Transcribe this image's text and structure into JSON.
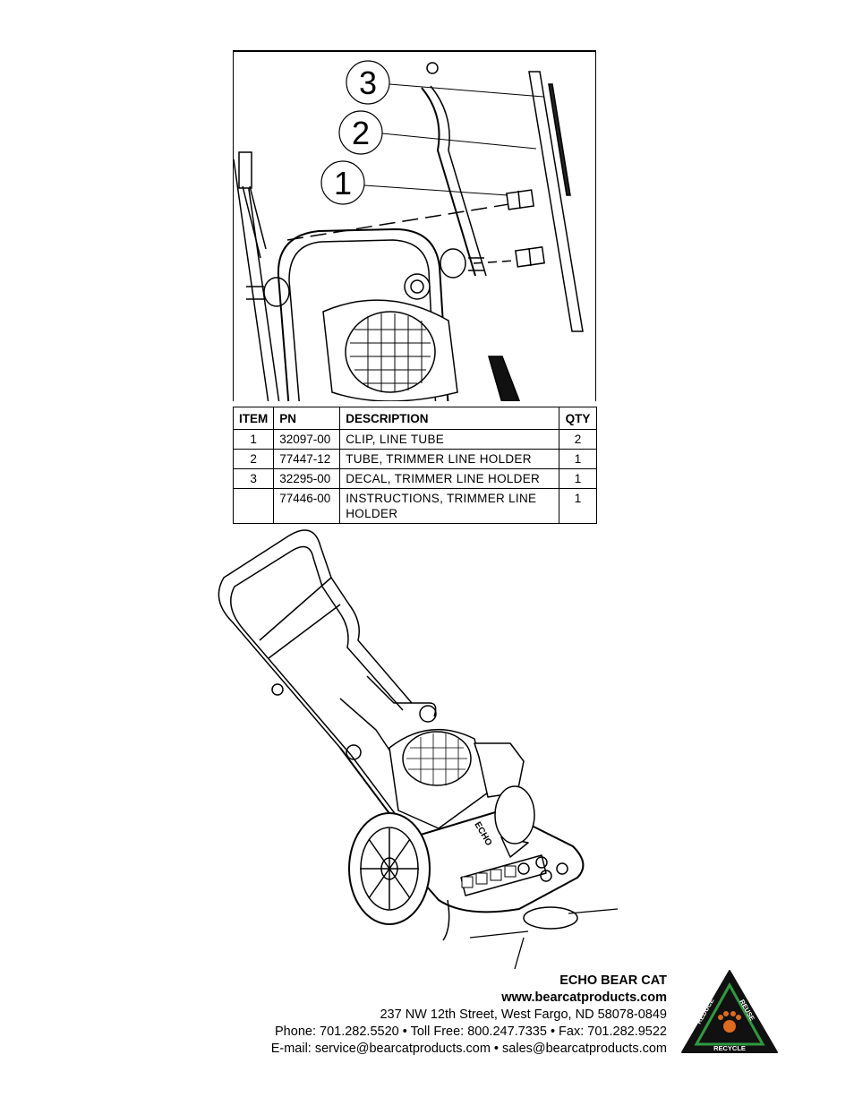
{
  "callouts": [
    "3",
    "2",
    "1"
  ],
  "parts_table": {
    "headers": [
      "ITEM",
      "PN",
      "DESCRIPTION",
      "QTY"
    ],
    "rows": [
      {
        "item": "1",
        "pn": "32097-00",
        "description": "CLIP, LINE TUBE",
        "qty": "2"
      },
      {
        "item": "2",
        "pn": "77447-12",
        "description": "TUBE, TRIMMER LINE HOLDER",
        "qty": "1"
      },
      {
        "item": "3",
        "pn": "32295-00",
        "description": "DECAL, TRIMMER LINE HOLDER",
        "qty": "1"
      },
      {
        "item": "",
        "pn": "77446-00",
        "description": "INSTRUCTIONS, TRIMMER LINE HOLDER",
        "qty": "1"
      }
    ]
  },
  "machine_label": "ECHO",
  "footer": {
    "company": "ECHO BEAR CAT",
    "website": "www.bearcatproducts.com",
    "address": "237 NW 12th Street, West Fargo, ND 58078-0849",
    "phone_line": "Phone: 701.282.5520 • Toll Free: 800.247.7335 • Fax: 701.282.9522",
    "email_line": "E-mail: service@bearcatproducts.com • sales@bearcatproducts.com"
  },
  "logo": {
    "left": "REDUCE",
    "right": "REUSE",
    "bottom": "RECYCLE",
    "accent": "#2e9b3e",
    "paw": "#e06a1b"
  }
}
